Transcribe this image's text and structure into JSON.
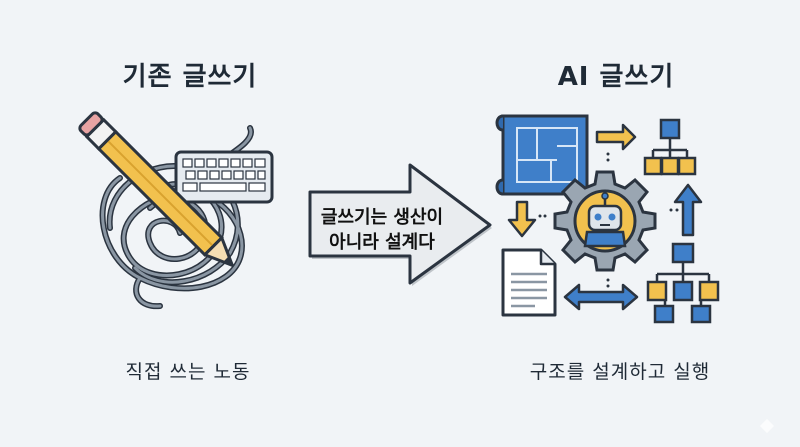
{
  "left": {
    "heading": "기존 글쓰기",
    "caption": "직접 쓰는 노동",
    "icons": [
      "tangled-cable-icon",
      "pencil-icon",
      "keyboard-icon"
    ]
  },
  "center": {
    "arrow_line1": "글쓰기는 생산이",
    "arrow_line2": "아니라 설계다",
    "arrow_color": "#e9ecef"
  },
  "right": {
    "heading": "AI 글쓰기",
    "caption": "구조를 설계하고 실행",
    "icons": [
      "blueprint-icon",
      "robot-gear-icon",
      "hierarchy-chart-icon",
      "document-icon",
      "flowchart-icon"
    ]
  },
  "colors": {
    "background": "#f1f4f7",
    "outline": "#2b3440",
    "blue": "#3f7fc9",
    "yellow": "#f2c14e"
  }
}
